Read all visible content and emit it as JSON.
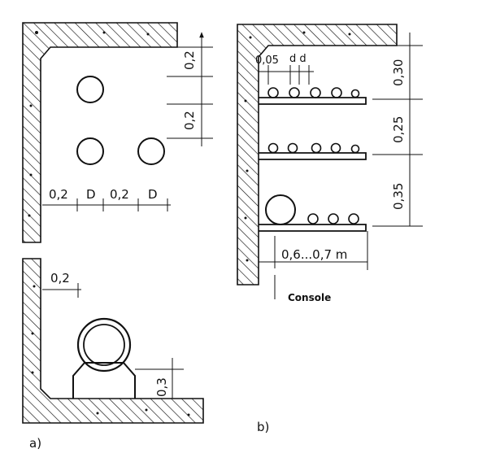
{
  "panel_a": {
    "label": "a)",
    "spacing_top_1": "0,2",
    "spacing_top_2": "0,2",
    "h_dims": [
      "0,2",
      "D",
      "0,2",
      "D"
    ],
    "bottom_side": "0,2",
    "bottom_height": "0,3"
  },
  "panel_b": {
    "label": "b)",
    "small_gap": "0,05",
    "d_label": "d d",
    "v_dims": [
      "0,30",
      "0,25",
      "0,35"
    ],
    "console_width": "0,6...0,7 m",
    "console_label": "Console"
  }
}
